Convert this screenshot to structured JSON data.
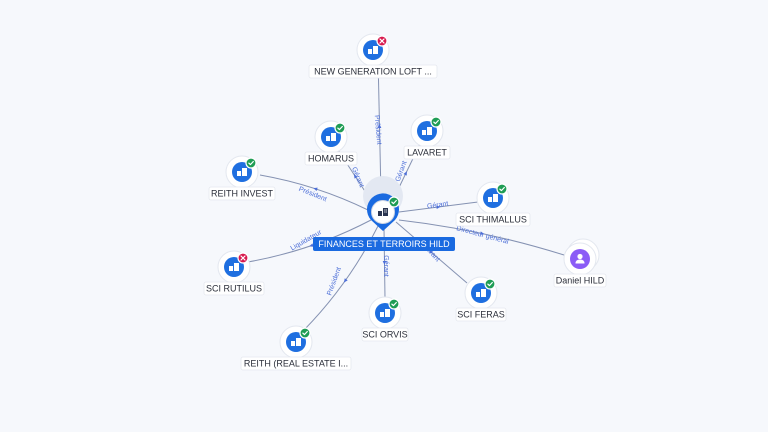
{
  "center": {
    "label": "FINANCES ET TERROIRS HILD",
    "icon": "company-icon",
    "status": "active"
  },
  "nodes": [
    {
      "id": "new-generation-loft",
      "label": "NEW GENERATION LOFT ...",
      "type": "company",
      "status": "closed",
      "relation": "Président"
    },
    {
      "id": "homarus",
      "label": "HOMARUS",
      "type": "company",
      "status": "active",
      "relation": "Gérant"
    },
    {
      "id": "lavaret",
      "label": "LAVARET",
      "type": "company",
      "status": "active",
      "relation": "Gérant"
    },
    {
      "id": "reith-invest",
      "label": "REITH INVEST",
      "type": "company",
      "status": "active",
      "relation": "Président"
    },
    {
      "id": "sci-thimallus",
      "label": "SCI THIMALLUS",
      "type": "company",
      "status": "active",
      "relation": "Gérant"
    },
    {
      "id": "daniel-hild",
      "label": "Daniel HILD",
      "type": "person",
      "status": "",
      "relation": "Directeur général"
    },
    {
      "id": "sci-rutilus",
      "label": "SCI RUTILUS",
      "type": "company",
      "status": "closed",
      "relation": "Liquidateur"
    },
    {
      "id": "sci-feras",
      "label": "SCI FERAS",
      "type": "company",
      "status": "active",
      "relation": "Gérant"
    },
    {
      "id": "sci-orvis",
      "label": "SCI ORVIS",
      "type": "company",
      "status": "active",
      "relation": "Gérant"
    },
    {
      "id": "reith-real-estate",
      "label": "REITH (REAL ESTATE I...",
      "type": "company",
      "status": "active",
      "relation": "Président"
    }
  ],
  "colors": {
    "company": "#1f6fe0",
    "person": "#8b5cf6",
    "active_badge": "#1f9d55",
    "closed_badge": "#d81b4f",
    "center_label": "#1a6ae0",
    "edge_label": "#4d6fd8"
  }
}
